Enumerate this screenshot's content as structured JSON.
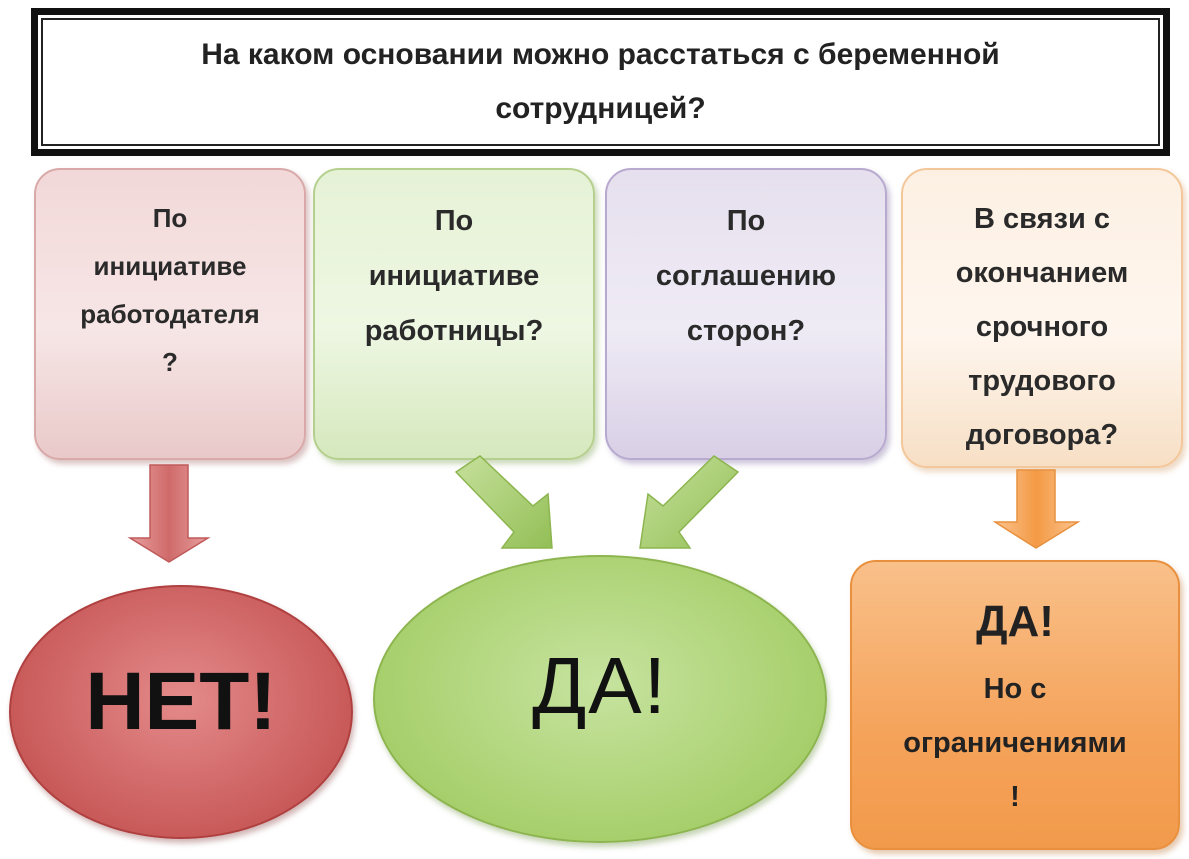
{
  "title": "На каком основании можно расстаться с беременной сотрудницей?",
  "boxes": {
    "employer": "По\nинициативе\nработодателя\n?",
    "employee": "По\nинициативе\nработницы?",
    "agreement": "По\nсоглашению\nсторон?",
    "fixed_term": "В связи с\nокончанием\nсрочного\nтрудового\nдоговора?"
  },
  "results": {
    "no": "НЕТ!",
    "yes": "ДА!",
    "yes_limited_title": "ДА!",
    "yes_limited_note": "Но с\nограничениями\n!"
  },
  "colors": {
    "red": "#c95a5a",
    "green": "#a7cf6c",
    "purple": "#d8cfe6",
    "orange": "#f5a35a"
  }
}
